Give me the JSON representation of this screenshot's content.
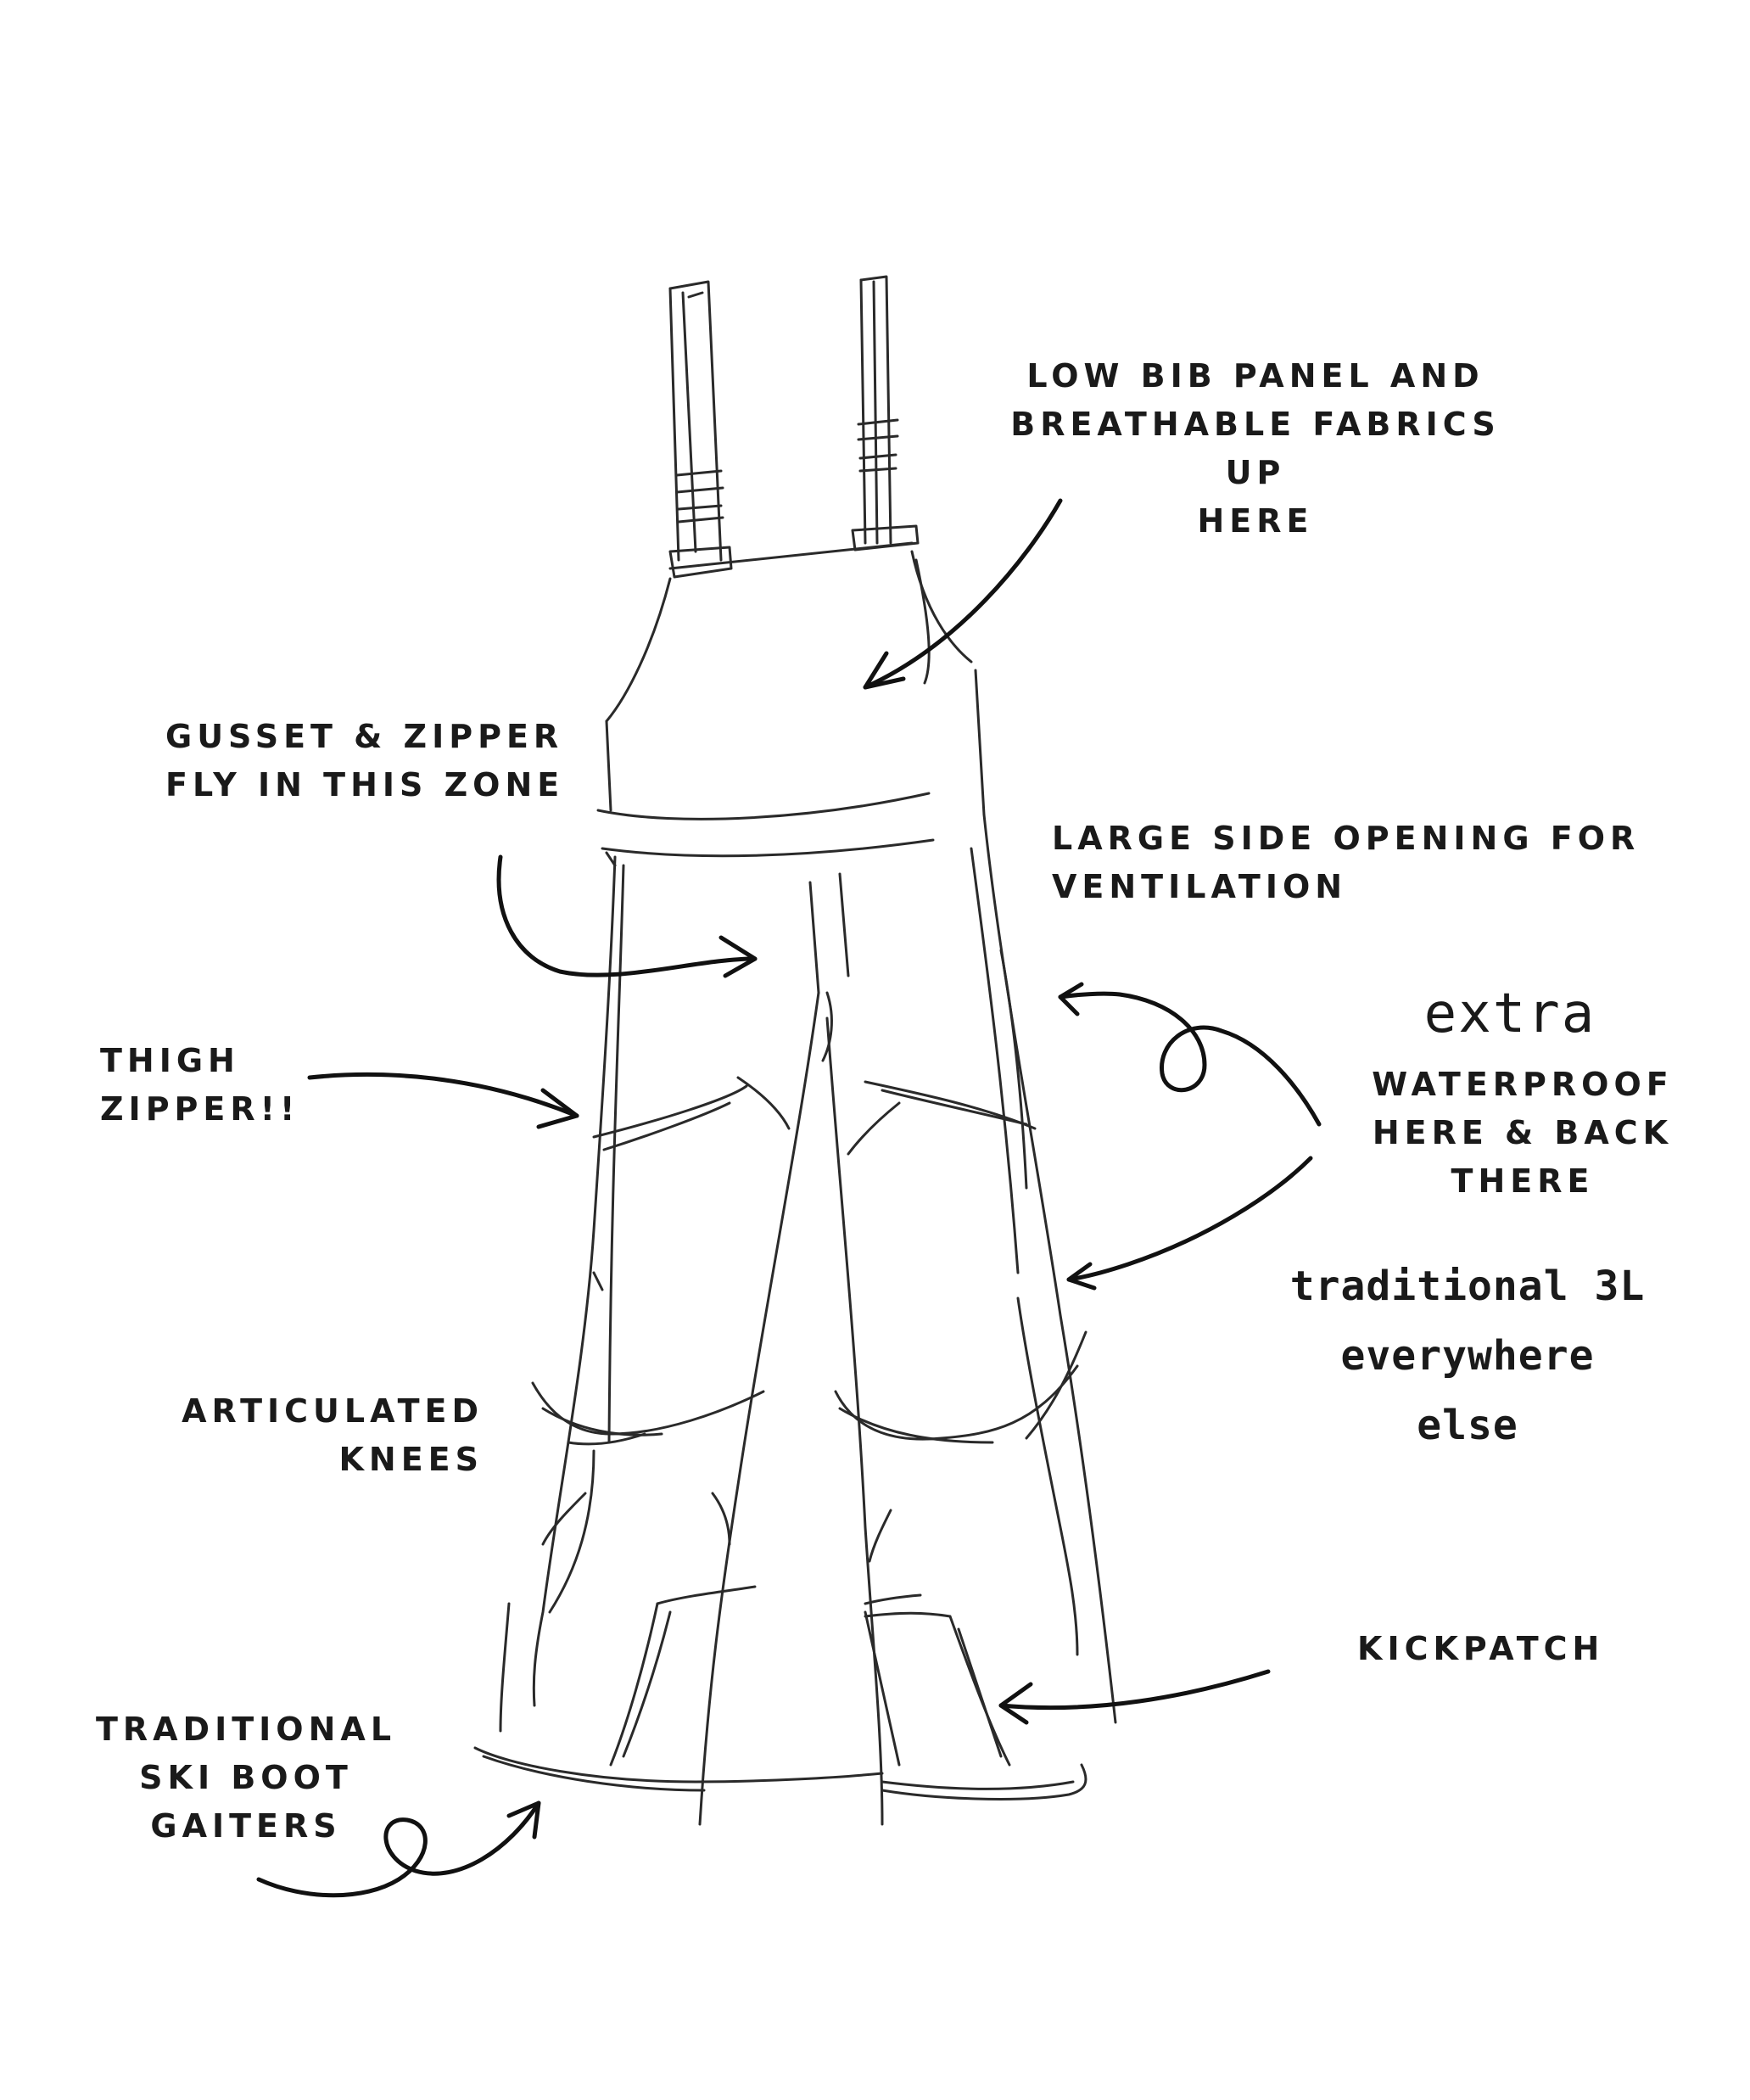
{
  "annotations": {
    "bib": "LOW BIB PANEL AND\nBREATHABLE FABRICS UP\nHERE",
    "gusset": "GUSSET & ZIPPER\nFLY IN THIS ZONE",
    "side_opening": "LARGE SIDE OPENING FOR\nVENTILATION",
    "extra": "extra",
    "waterproof": "WATERPROOF\nHERE & BACK\nTHERE",
    "thigh": "THIGH\nZIPPER!!",
    "traditional_3l": "traditional 3L\neverywhere\nelse",
    "knees": "ARTICULATED\nKNEES",
    "kickpatch": "KICKPATCH",
    "gaiters": "TRADITIONAL\nSKI BOOT\nGAITERS"
  },
  "colors": {
    "ink": "#1a1a1a",
    "background": "#ffffff"
  }
}
